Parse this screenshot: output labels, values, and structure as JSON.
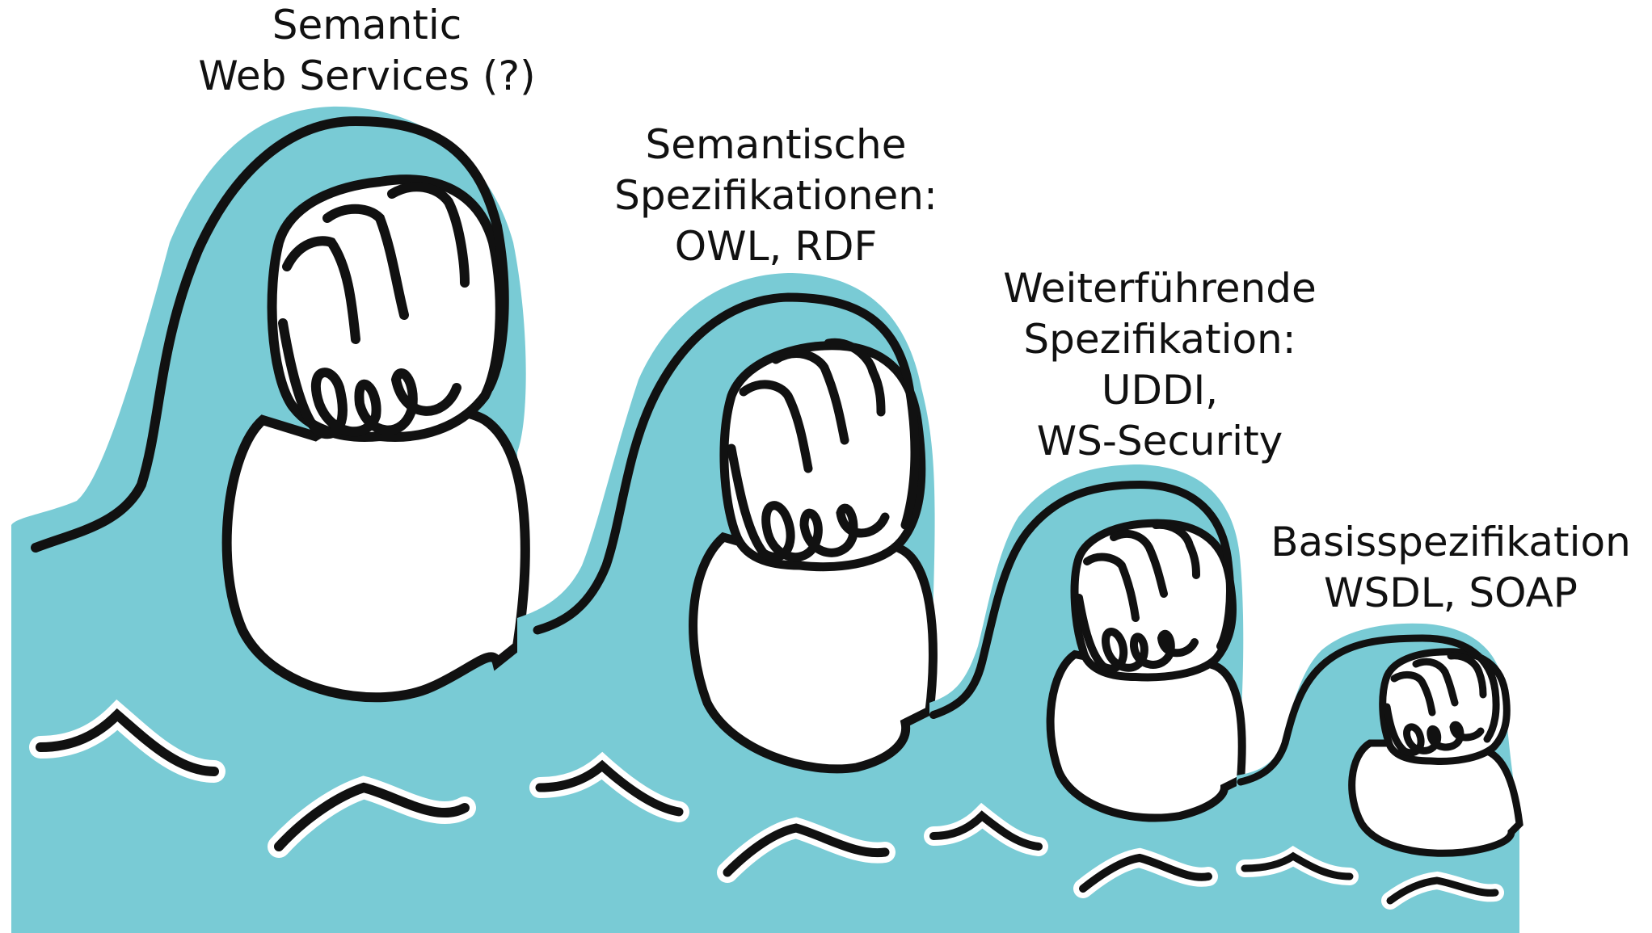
{
  "colors": {
    "water": "#79CBD5",
    "ink": "#111111",
    "foam": "#FFFFFF",
    "background": "#FFFFFF"
  },
  "waves": [
    {
      "id": "semantic-web-services",
      "label_lines": [
        "Semantic",
        "Web Services (?)"
      ]
    },
    {
      "id": "semantische-spezifikationen",
      "label_lines": [
        "Semantische",
        "Spezifikationen:",
        "OWL, RDF"
      ]
    },
    {
      "id": "weiterfuehrende-spezifikation",
      "label_lines": [
        "Weiterführende",
        "Spezifikation:",
        "UDDI,",
        "WS-Security"
      ]
    },
    {
      "id": "basisspezifikation",
      "label_lines": [
        "Basisspezifikation",
        "WSDL, SOAP"
      ]
    }
  ]
}
